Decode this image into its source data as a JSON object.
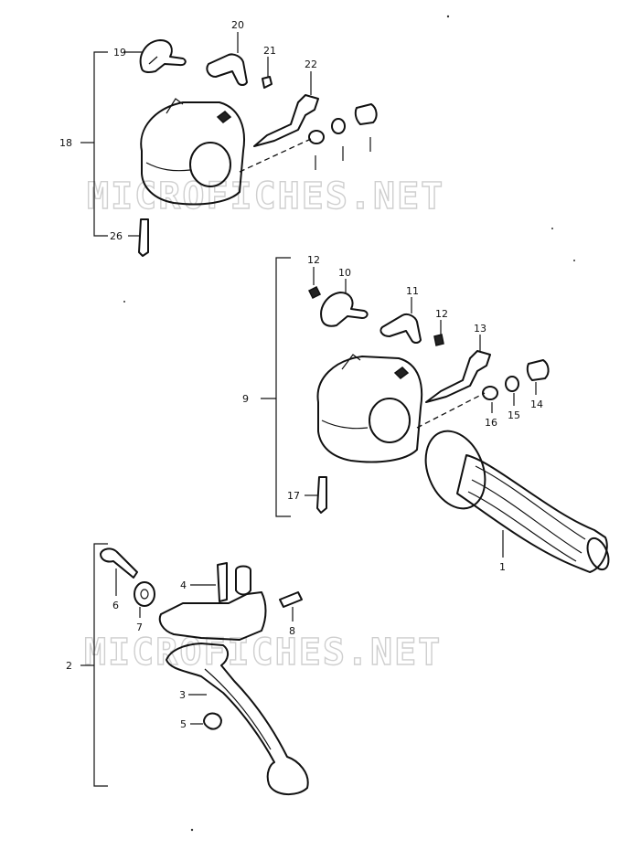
{
  "watermark": {
    "text": "MICROFICHES.NET"
  },
  "callouts": [
    {
      "id": "c19",
      "text": "19"
    },
    {
      "id": "c20",
      "text": "20"
    },
    {
      "id": "c21",
      "text": "21"
    },
    {
      "id": "c22",
      "text": "22"
    },
    {
      "id": "c18",
      "text": "18"
    },
    {
      "id": "c26",
      "text": "26"
    },
    {
      "id": "c12a",
      "text": "12"
    },
    {
      "id": "c10",
      "text": "10"
    },
    {
      "id": "c11",
      "text": "11"
    },
    {
      "id": "c12b",
      "text": "12"
    },
    {
      "id": "c13",
      "text": "13"
    },
    {
      "id": "c9",
      "text": "9"
    },
    {
      "id": "c16",
      "text": "16"
    },
    {
      "id": "c15",
      "text": "15"
    },
    {
      "id": "c14",
      "text": "14"
    },
    {
      "id": "c17",
      "text": "17"
    },
    {
      "id": "c1",
      "text": "1"
    },
    {
      "id": "c6",
      "text": "6"
    },
    {
      "id": "c4",
      "text": "4"
    },
    {
      "id": "c7",
      "text": "7"
    },
    {
      "id": "c8",
      "text": "8"
    },
    {
      "id": "c2",
      "text": "2"
    },
    {
      "id": "c3",
      "text": "3"
    },
    {
      "id": "c5",
      "text": "5"
    }
  ]
}
